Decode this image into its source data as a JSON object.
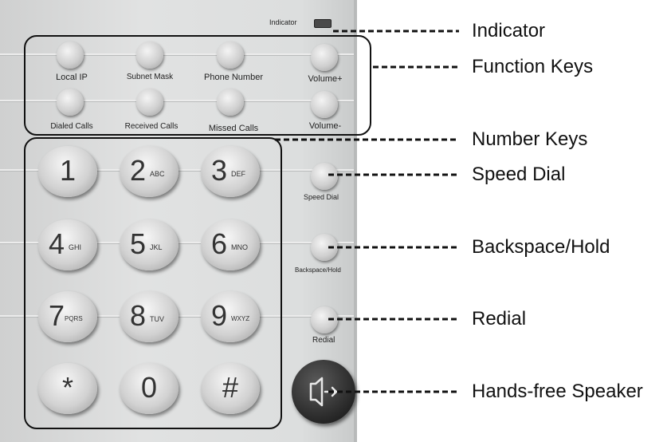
{
  "indicator_label": "Indicator",
  "function_keys": [
    {
      "label": "Local IP"
    },
    {
      "label": "Subnet Mask"
    },
    {
      "label": "Phone Number"
    },
    {
      "label": "Volume+"
    },
    {
      "label": "Dialed Calls"
    },
    {
      "label": "Received Calls"
    },
    {
      "label": "Missed Calls"
    },
    {
      "label": "Volume-"
    }
  ],
  "number_keys": [
    {
      "digit": "1",
      "letters": ""
    },
    {
      "digit": "2",
      "letters": "ABC"
    },
    {
      "digit": "3",
      "letters": "DEF"
    },
    {
      "digit": "4",
      "letters": "GHI"
    },
    {
      "digit": "5",
      "letters": "JKL"
    },
    {
      "digit": "6",
      "letters": "MNO"
    },
    {
      "digit": "7",
      "letters": "PQRS"
    },
    {
      "digit": "8",
      "letters": "TUV"
    },
    {
      "digit": "9",
      "letters": "WXYZ"
    },
    {
      "digit": "*",
      "letters": ""
    },
    {
      "digit": "0",
      "letters": ""
    },
    {
      "digit": "#",
      "letters": ""
    }
  ],
  "side_keys": {
    "speed_dial": "Speed Dial",
    "backspace_hold": "Backspace/Hold",
    "redial": "Redial"
  },
  "speaker_icon": "speaker-arrow-icon",
  "callouts": {
    "indicator": "Indicator",
    "function_keys": "Function Keys",
    "number_keys": "Number Keys",
    "speed_dial": "Speed Dial",
    "backspace_hold": "Backspace/Hold",
    "redial": "Redial",
    "hands_free": "Hands-free Speaker"
  }
}
